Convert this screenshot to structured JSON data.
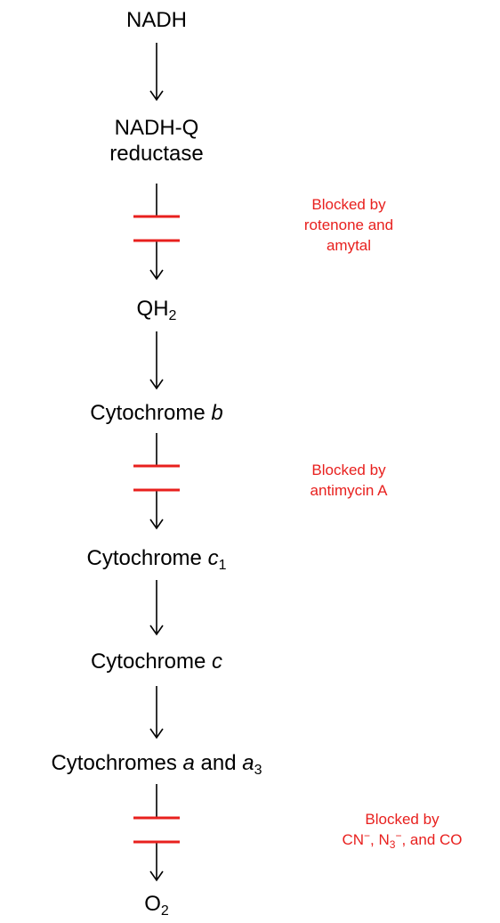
{
  "nodes": {
    "nadh": "NADH",
    "reductase_line1": "NADH-Q",
    "reductase_line2": "reductase",
    "qh2_base": "QH",
    "qh2_sub": "2",
    "cyt_b_prefix": "Cytochrome ",
    "cyt_b_letter": "b",
    "cyt_c1_prefix": "Cytochrome ",
    "cyt_c1_letter": "c",
    "cyt_c1_sub": "1",
    "cyt_c_prefix": "Cytochrome ",
    "cyt_c_letter": "c",
    "cyt_a_prefix": "Cytochromes ",
    "cyt_a_letter": "a",
    "cyt_a_and": " and ",
    "cyt_a3_letter": "a",
    "cyt_a3_sub": "3",
    "o2_base": "O",
    "o2_sub": "2"
  },
  "blocks": {
    "rotenone_line1": "Blocked by",
    "rotenone_line2": "rotenone and",
    "rotenone_line3": "amytal",
    "antimycin_line1": "Blocked by",
    "antimycin_line2": "antimycin A",
    "cyanide_line1": "Blocked by",
    "cyanide_cn": "CN",
    "cyanide_cn_sup": "−",
    "cyanide_sep": ", N",
    "cyanide_n_sub": "3",
    "cyanide_n_sup": "−",
    "cyanide_rest": ", and CO"
  },
  "colors": {
    "block": "#e8201e",
    "text": "#000000"
  }
}
